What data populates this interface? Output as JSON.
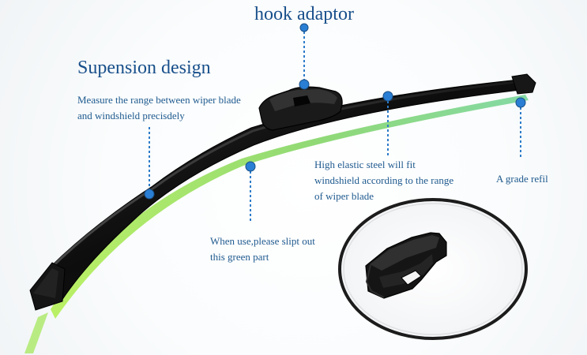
{
  "labels": {
    "hook_adaptor": "hook adaptor",
    "suspension_design": "Supension design",
    "measure_line_1": "Measure the range between wiper blade",
    "measure_line_2": "and windshield precisdely",
    "steel_line_1": "High elastic steel will fit",
    "steel_line_2": "windshield according to the range",
    "steel_line_3": "of wiper blade",
    "grade_refill": "A grade refil",
    "green_part_line_1": "When use,please slipt out",
    "green_part_line_2": "this green part"
  },
  "colors": {
    "text": "#1f5a8f",
    "callout_line": "#2d7cc9",
    "callout_dot": "#2a7fd4",
    "blade_body": "#111111",
    "green_strip": "#98dd73"
  }
}
